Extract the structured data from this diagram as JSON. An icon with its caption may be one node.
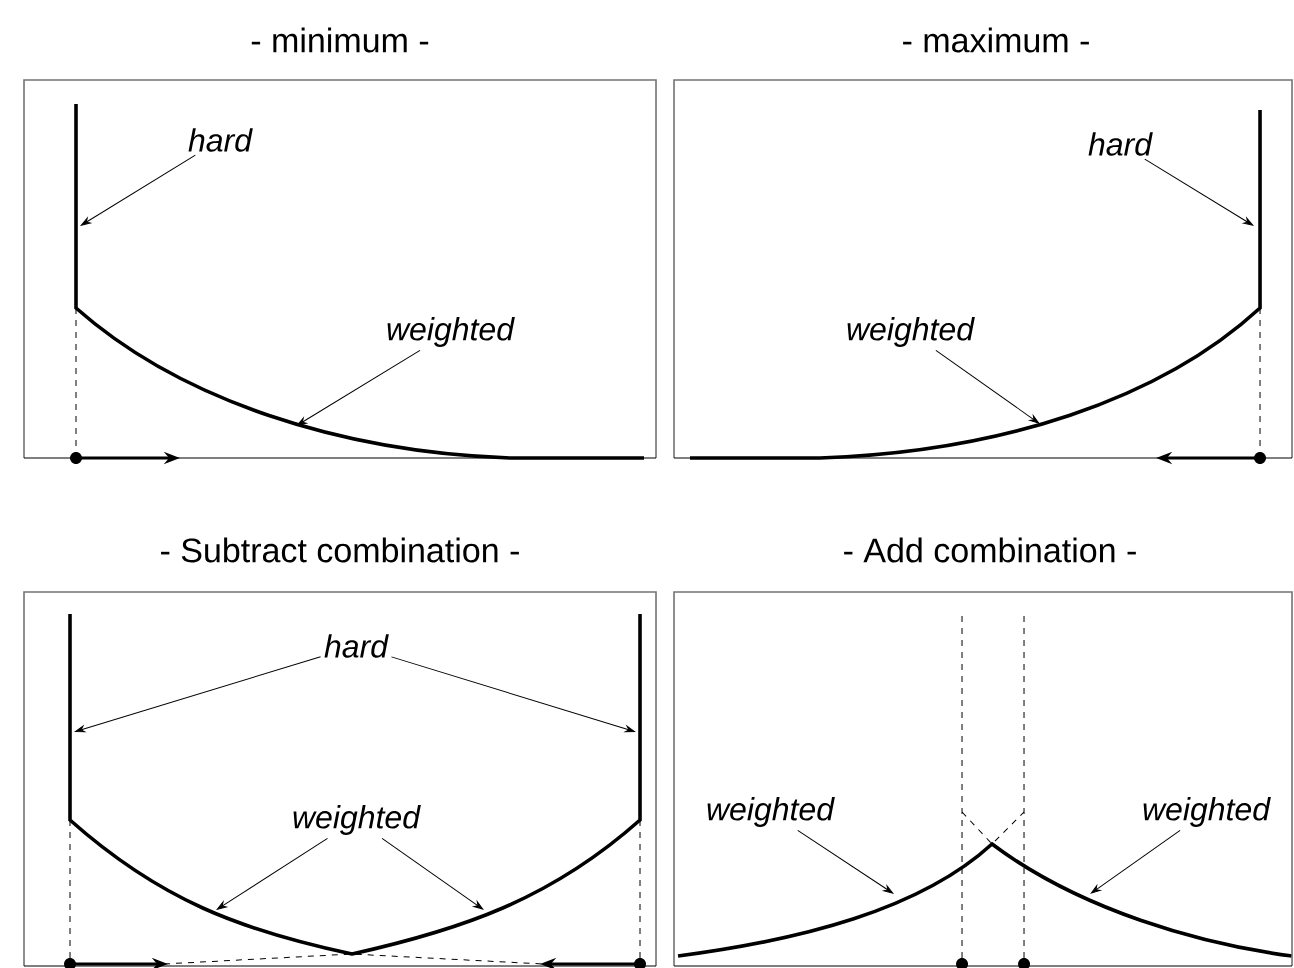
{
  "diagram": {
    "nodes": [
      {
        "text": [
          "- minimum -"
        ]
      },
      {
        "text": [
          "hard"
        ],
        "in": 0
      },
      {
        "text": [
          "weighted"
        ],
        "in": 0
      },
      {
        "text": [
          "- maximum -"
        ]
      },
      {
        "text": [
          "hard"
        ],
        "in": 3
      },
      {
        "text": [
          "weighted"
        ],
        "in": 3
      },
      {
        "text": [
          "- Subtract combination -"
        ]
      },
      {
        "text": [
          "hard"
        ],
        "in": 6
      },
      {
        "text": [
          "weighted"
        ],
        "in": 6
      },
      {
        "text": [
          "- Add combination -"
        ]
      },
      {
        "text": [
          "weighted"
        ],
        "in": 9
      },
      {
        "text": [
          "weighted"
        ],
        "in": 9
      }
    ],
    "edges": [
      {
        "from": 1,
        "to": null,
        "arrow": "to"
      },
      {
        "from": 2,
        "to": null,
        "arrow": "to"
      },
      {
        "from": 4,
        "to": null,
        "arrow": "to"
      },
      {
        "from": 5,
        "to": null,
        "arrow": "to"
      },
      {
        "from": 7,
        "to": null,
        "arrow": "to"
      },
      {
        "from": 7,
        "to": null,
        "arrow": "to"
      },
      {
        "from": 8,
        "to": null,
        "arrow": "to"
      },
      {
        "from": 8,
        "to": null,
        "arrow": "to"
      },
      {
        "from": 10,
        "to": null,
        "arrow": "to"
      },
      {
        "from": 11,
        "to": null,
        "arrow": "to"
      }
    ]
  }
}
